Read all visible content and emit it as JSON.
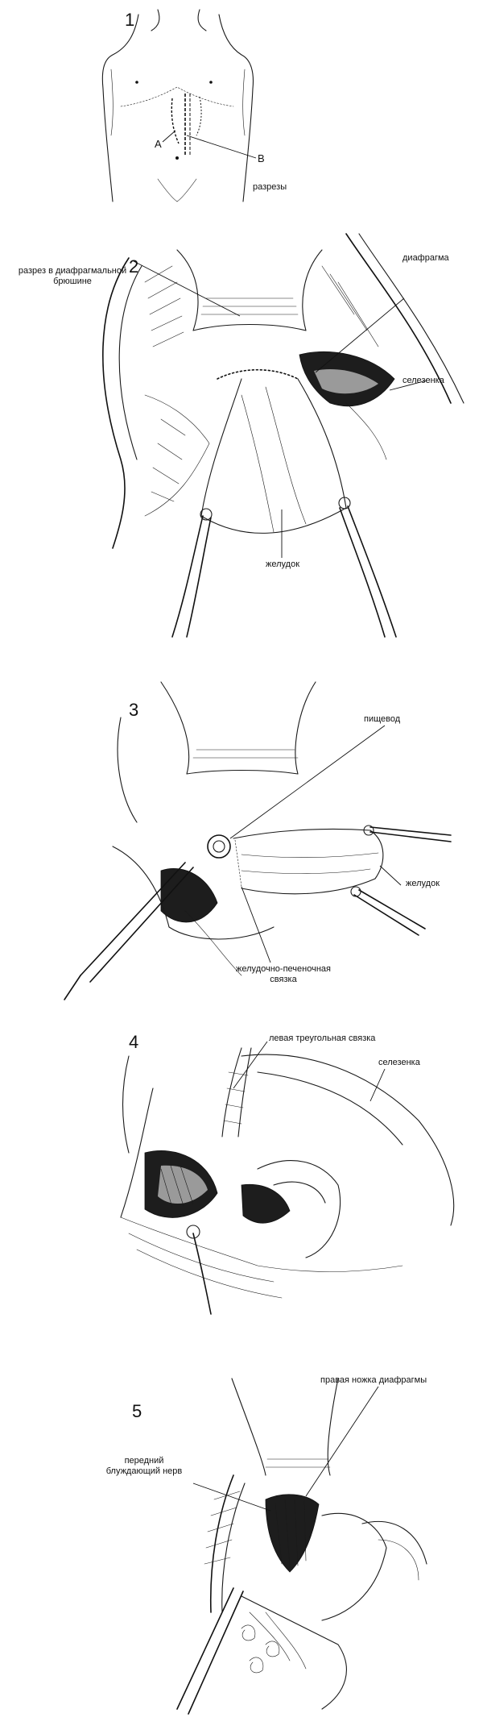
{
  "panels": [
    {
      "number": "1",
      "labels": {
        "marker_a": "A",
        "marker_b": "B",
        "caption": "разрезы"
      }
    },
    {
      "number": "2",
      "labels": {
        "diaphragm": "диафрагма",
        "incision_peritoneum": "разрез в диафрагмальной брюшине",
        "spleen": "селезенка",
        "stomach": "желудок"
      }
    },
    {
      "number": "3",
      "labels": {
        "esophagus": "пищевод",
        "stomach": "желудок",
        "gastrohepatic_ligament": "желудочно-печеночная связка"
      }
    },
    {
      "number": "4",
      "labels": {
        "left_triangular_ligament": "левая треугольная связка",
        "spleen": "селезенка"
      }
    },
    {
      "number": "5",
      "labels": {
        "right_crus": "правая ножка диафрагмы",
        "anterior_vagus": "передний блуждающий нерв"
      }
    }
  ]
}
